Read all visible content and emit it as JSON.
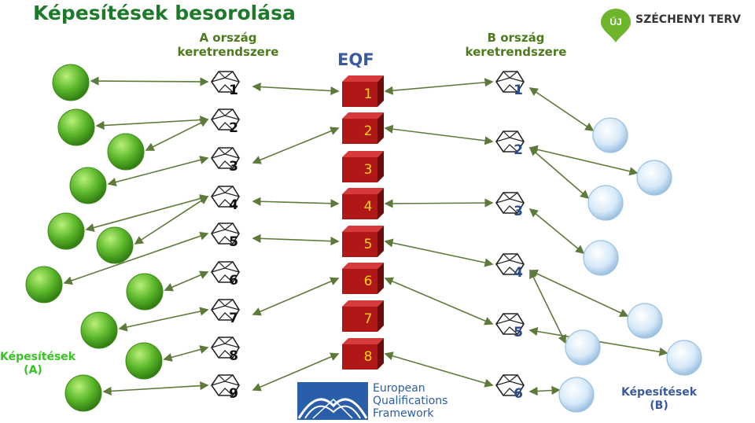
{
  "title": "Képesítések besorolása",
  "framework_a": {
    "line1": "A ország",
    "line2": "keretrendszere"
  },
  "framework_b": {
    "line1": "B ország",
    "line2": "keretrendszere"
  },
  "eqf": {
    "label": "EQF",
    "levels": [
      "1",
      "2",
      "3",
      "4",
      "5",
      "6",
      "7",
      "8"
    ]
  },
  "country_a_levels": [
    "1",
    "2",
    "3",
    "4",
    "5",
    "6",
    "7",
    "8",
    "9"
  ],
  "country_b_levels": [
    "1",
    "2",
    "3",
    "4",
    "5",
    "6"
  ],
  "qualifications_a": {
    "line1": "Képesítések",
    "line2": "(A)"
  },
  "qualifications_b": {
    "line1": "Képesítések",
    "line2": "(B)"
  },
  "logo": {
    "badge": "ÚJ",
    "text": "SZÉCHENYI TERV"
  },
  "eu_logo": {
    "line1": "European",
    "line2": "Qualifications",
    "line3": "Framework"
  },
  "colors": {
    "title": "#1e7a2a",
    "framework_label": "#4d7a1c",
    "eqf_label": "#3a5aa0",
    "eqf_cube": "#b01818",
    "eqf_number": "#ffd21a",
    "green_node": "#5cb82a",
    "blue_node": "#d6e9f8",
    "arrow": "#5e7a3a",
    "label_a": "#34c61e",
    "label_b": "#3b5a9a",
    "b_number": "#2a4a8a"
  },
  "mappings": {
    "a_to_eqf": [
      [
        "1",
        "1"
      ],
      [
        "3",
        "2"
      ],
      [
        "4",
        "4"
      ],
      [
        "5",
        "5"
      ],
      [
        "7",
        "6"
      ],
      [
        "9",
        "8"
      ]
    ],
    "b_to_eqf": [
      [
        "1",
        "1"
      ],
      [
        "2",
        "2"
      ],
      [
        "3",
        "4"
      ],
      [
        "4",
        "5"
      ],
      [
        "5",
        "6"
      ],
      [
        "6",
        "8"
      ]
    ]
  }
}
